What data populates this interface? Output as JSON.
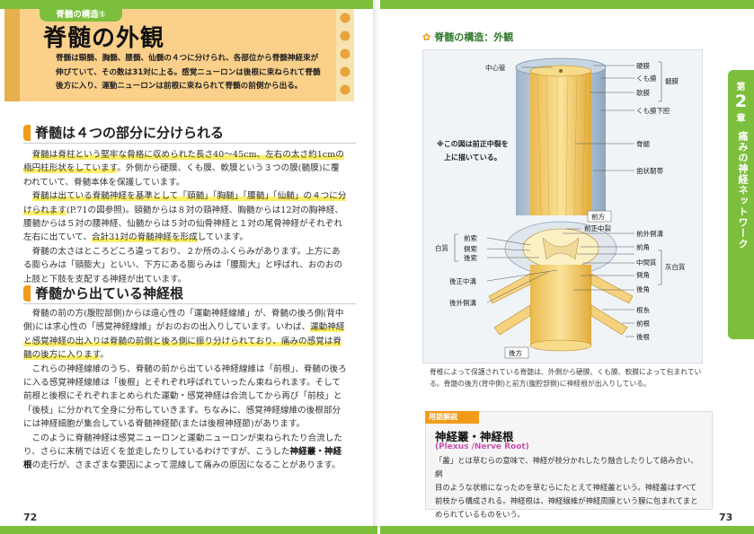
{
  "header": {
    "ribbon": "脊髄の構造①",
    "title": "脊髄の外観",
    "lead": "脊髄は頸髄、胸髄、腰髄、仙髄の４つに分けられ、各部位から脊髄神経束が伸びていて、その数は31対に上る。感覚ニューロンは後根に束ねられて脊髄後方に入り、運動ニューロンは前根に束ねられて脊髄の前側から出る。"
  },
  "section1": {
    "heading": "脊髄は４つの部分に分けられる",
    "p1_a": "脊髄は脊柱という堅牢な骨格に収められた長さ40〜45cm、左右の太さ約1cmの楕円柱形状をしています",
    "p1_b": "。外側から硬膜、くも膜、軟膜という３つの膜(髄膜)に覆われていて、脊髄本体を保護しています。",
    "p2_a": "脊髄は出ている脊髄神経を基準として「頸髄」「胸髄」「腰髄」「仙髄」の４つに分けられます",
    "p2_b": "(P.71の図参照)。頸髄からは８対の頸神経、胸髄からは12対の胸神経、腰髄からは５対の腰神経、仙髄からは５対の仙骨神経と１対の尾骨神経がそれぞれ左右に出ていて、",
    "p2_c": "合計31対の脊髄神経を形成",
    "p2_d": "しています。",
    "p3": "脊髄の太さはところどころ違っており、２か所のふくらみがあります。上方にある膨らみは「頸膨大」といい、下方にある膨らみは「腰膨大」と呼ばれ、おのおの上肢と下肢を支配する神経が出ています。"
  },
  "section2": {
    "heading": "脊髄から出ている神経根",
    "p1_a": "脊髄の前の方(腹腔部側)からは遠心性の「運動神経線維」が、脊髄の後ろ側(背中側)には求心性の「感覚神経線維」がおのおの出入りしています。いわば、",
    "p1_b": "運動神経と感覚神経の出入りは脊髄の前側と後ろ側に振り分けられており、痛みの感覚は脊髄の後方に入ります",
    "p1_c": "。",
    "p2": "これらの神経線維のうち、脊髄の前から出ている神経線維は「前根」、脊髄の後ろに入る感覚神経線維は「後根」とそれぞれ呼ばれていったん束ねられます。そして前根と後根にそれぞれまとめられた運動・感覚神経は合流してから再び「前枝」と「後枝」に分かれて全身に分布していきます。ちなみに、感覚神経線維の後根部分には神経細胞が集合している脊髄神経節(または後根神経節)があります。",
    "p3_a": "このように脊髄神経は感覚ニューロンと運動ニューロンが束ねられたり合流したり、さらに末梢では近くを並走したりしているわけですが、こうした",
    "p3_term": "神経叢・神経根",
    "p3_b": "の走行が、さまざまな要因によって混線して痛みの原因になることがあります。"
  },
  "figure": {
    "title": "脊髄の構造：外観",
    "note_line1": "※この図は前正中裂を",
    "note_line2": "上に描いている。",
    "labels": {
      "central_canal": "中心管",
      "dura": "硬膜",
      "arachnoid": "くも膜",
      "pia": "軟膜",
      "meninges": "髄膜",
      "subarachnoid": "くも膜下腔",
      "spinal_cord": "脊髄",
      "denticulate": "歯状靭帯",
      "anterior_median_fissure": "前正中裂",
      "anterior": "前方",
      "anterior_lateral_sulcus": "前外側溝",
      "anterior_horn": "前角",
      "intermediate_zone": "中間質",
      "lateral_horn": "側角",
      "posterior_horn": "後角",
      "gray_matter": "灰白質",
      "anterior_funiculus": "前索",
      "lateral_funiculus": "側索",
      "posterior_funiculus": "後索",
      "white_matter": "白質",
      "posterior_median_sulcus": "後正中溝",
      "posterior_lateral_sulcus": "後外側溝",
      "rootlets": "根糸",
      "anterior_root": "前根",
      "posterior_root": "後根",
      "posterior": "後方"
    },
    "caption": "脊椎によって保護されている脊髄は、外側から硬膜、くも膜、軟膜によって包まれている。脊髄の後方(背中側)と前方(腹腔部側)に神経根が出入りしている。"
  },
  "side_tab": {
    "chapter_prefix": "第",
    "chapter_number": "2",
    "chapter_suffix": "章",
    "chapter_title": "痛みの神経ネットワーク"
  },
  "term": {
    "tag": "用語解説",
    "name": "神経叢・神経根",
    "english": "(Plexus /Nerve Root)",
    "desc_line1": "「叢」とは草むらの意味で、神経が枝分かれしたり融合したりして絡み合い、網",
    "desc_line2": "目のような状態になったのを草むらにたとえて神経叢という。神経叢はすべて",
    "desc_line3": "前枝から構成される。神経根は、神経線維が神経周膜という膜に包まれてまと",
    "desc_line4": "められているものをいう。"
  },
  "pages": {
    "left": "72",
    "right": "73"
  },
  "colors": {
    "green": "#7cbf3c",
    "orange": "#f29b1a",
    "header_bg": "#fbd08a",
    "highlight": "#fcef6a",
    "magenta": "#c94fb0"
  }
}
